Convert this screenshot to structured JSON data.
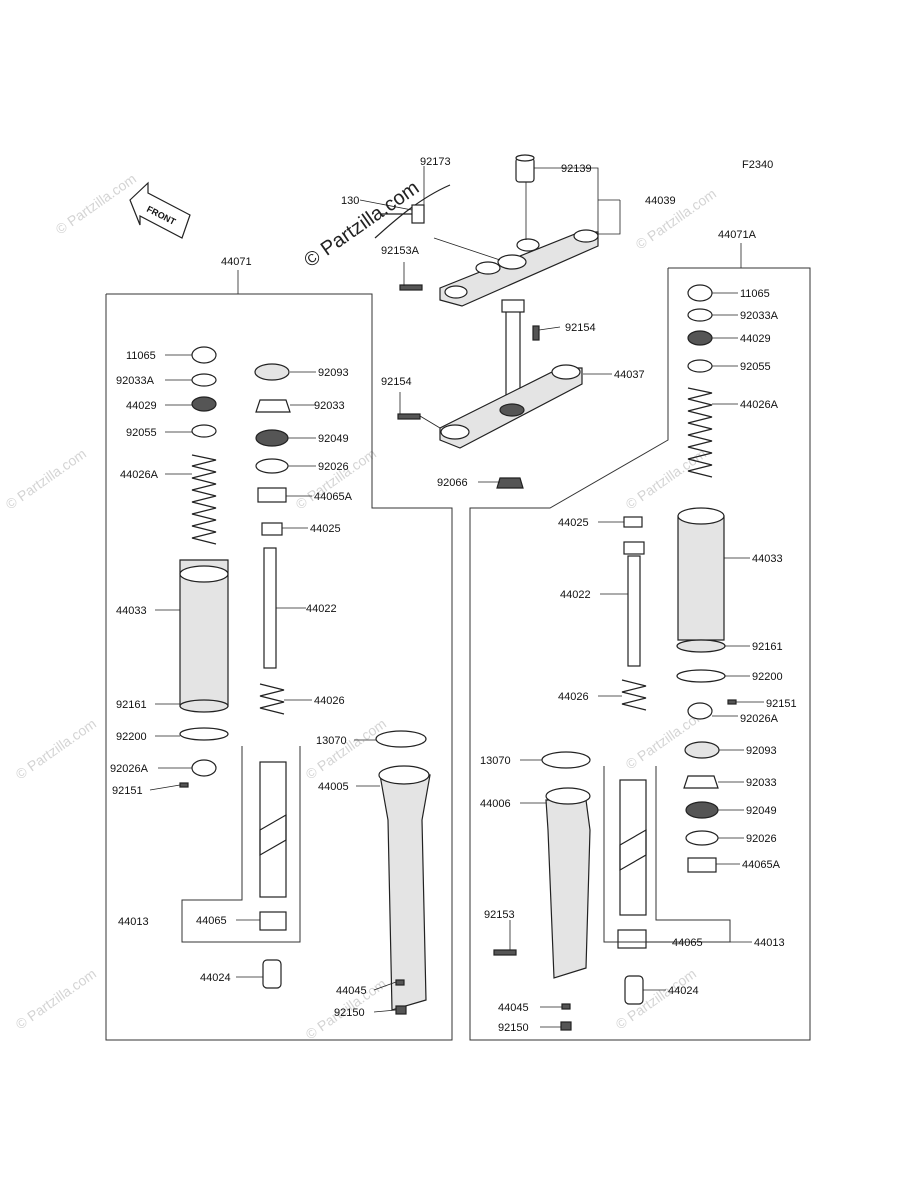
{
  "figure_code": "F2340",
  "watermark": "© Partzilla.com",
  "front_label": "FRONT",
  "top_labels": [
    "92173",
    "130",
    "92139",
    "44039",
    "92153A",
    "92154",
    "92154",
    "44037",
    "92066"
  ],
  "left_group": "44071",
  "left_labels": [
    "11065",
    "92033A",
    "44029",
    "92055",
    "44026A",
    "44033",
    "92161",
    "92200",
    "92026A",
    "92151",
    "44013",
    "44065",
    "44024",
    "92093",
    "92033",
    "92049",
    "92026",
    "44065A",
    "44025",
    "44022",
    "44026",
    "13070",
    "44005",
    "44045",
    "92150"
  ],
  "right_group": "44071A",
  "right_labels": [
    "11065",
    "92033A",
    "44029",
    "92055",
    "44026A",
    "44033",
    "92161",
    "92200",
    "92151",
    "92026A",
    "92093",
    "92033",
    "92049",
    "92026",
    "44065A",
    "44013",
    "44065",
    "44024",
    "44025",
    "44022",
    "44026",
    "13070",
    "44006",
    "92153",
    "44045",
    "92150"
  ]
}
